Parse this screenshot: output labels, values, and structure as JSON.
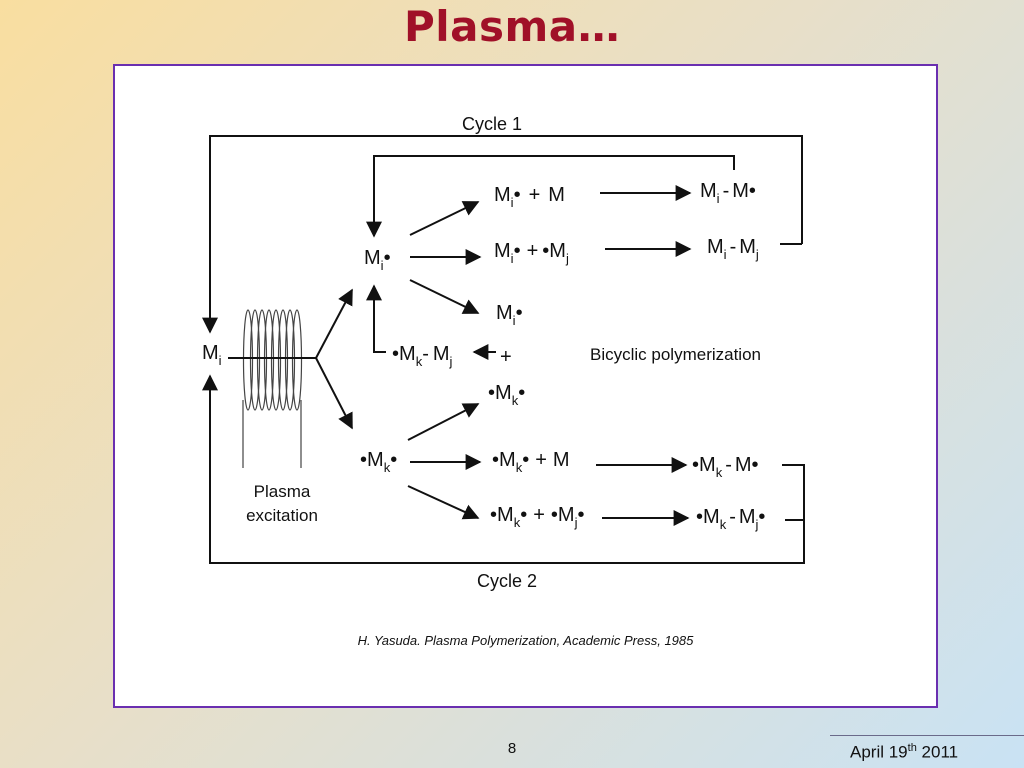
{
  "slide": {
    "title": "Plasma…",
    "citation": "H. Yasuda. Plasma Polymerization, Academic Press, 1985",
    "page_number": "8",
    "date": {
      "prefix": "April 19",
      "sup": "th",
      "suffix": " 2011"
    }
  },
  "diagram": {
    "cycle1": "Cycle 1",
    "cycle2": "Cycle 2",
    "bicyclic": "Bicyclic polymerization",
    "plasma_line1": "Plasma",
    "plasma_line2": "excitation",
    "M": "M",
    "plus": "+",
    "dash": "-",
    "dot": "•",
    "i": "i",
    "j": "j",
    "k": "k"
  }
}
